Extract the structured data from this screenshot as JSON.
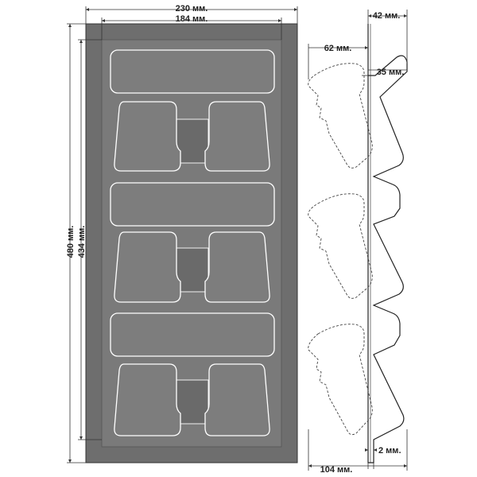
{
  "front_view": {
    "outer_width": "230 мм.",
    "inner_width": "184 мм.",
    "outer_height": "480 мм.",
    "inner_height": "434 мм."
  },
  "side_view": {
    "top_depth": "42 мм.",
    "pocket_depth": "62 мм.",
    "lip_depth": "35 мм.",
    "wall_thickness": "2 мм.",
    "total_depth": "104 мм."
  },
  "colors": {
    "frame": "#6b6b6b",
    "tray": "#7a7a7a",
    "outline": "#ffffff",
    "line": "#333333"
  }
}
